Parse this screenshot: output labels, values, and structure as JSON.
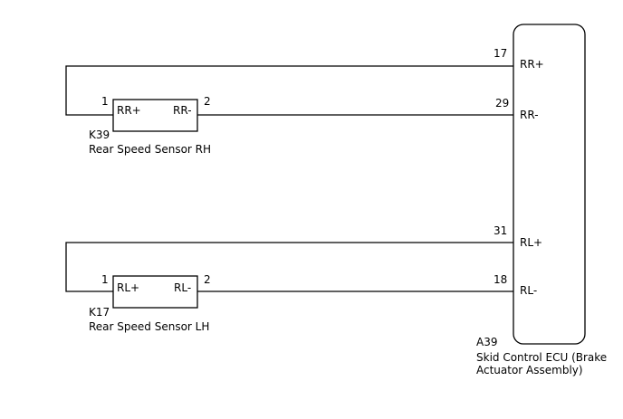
{
  "sensor_rh": {
    "pin_plus_label": "RR+",
    "pin_minus_label": "RR-",
    "pin_plus_num": "1",
    "pin_minus_num": "2",
    "code": "K39",
    "name": "Rear Speed Sensor RH"
  },
  "sensor_lh": {
    "pin_plus_label": "RL+",
    "pin_minus_label": "RL-",
    "pin_plus_num": "1",
    "pin_minus_num": "2",
    "code": "K17",
    "name": "Rear Speed Sensor LH"
  },
  "ecu": {
    "code": "A39",
    "name_line1": "Skid Control ECU (Brake",
    "name_line2": "Actuator Assembly)",
    "pins": [
      {
        "num": "17",
        "label": "RR+"
      },
      {
        "num": "29",
        "label": "RR-"
      },
      {
        "num": "31",
        "label": "RL+"
      },
      {
        "num": "18",
        "label": "RL-"
      }
    ]
  }
}
